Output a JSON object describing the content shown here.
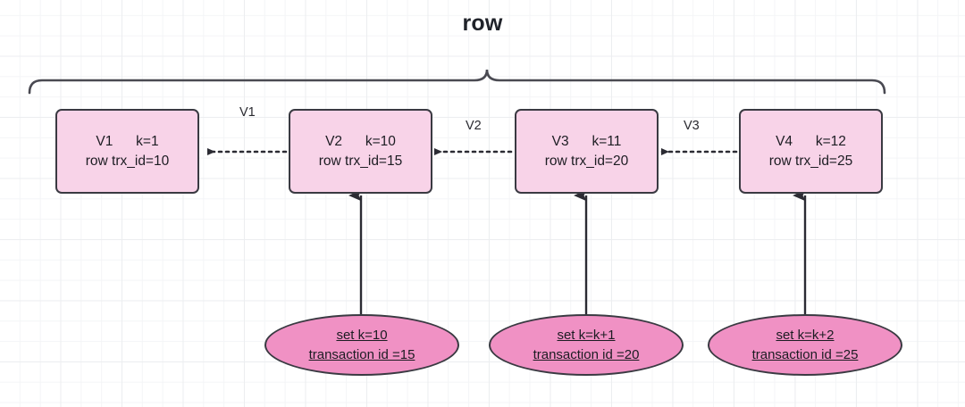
{
  "diagram": {
    "title": "row",
    "bracket_label_name": "row-brace",
    "colors": {
      "version_box_fill": "#f8d3e8",
      "statement_ellipse_fill": "#f091c4",
      "stroke": "#3a3a42",
      "text": "#1c1c22",
      "grid_minor": "#f4f5f7",
      "grid_major": "#eceef0",
      "background": "#ffffff"
    },
    "version_boxes": [
      {
        "id": "v1",
        "line1": "V1      k=1",
        "line2": "row trx_id=10",
        "version": "V1",
        "k": "k=1",
        "trx_id": "row trx_id=10"
      },
      {
        "id": "v2",
        "line1": "V2      k=10",
        "line2": "row trx_id=15",
        "version": "V2",
        "k": "k=10",
        "trx_id": "row trx_id=15"
      },
      {
        "id": "v3",
        "line1": "V3      k=11",
        "line2": "row trx_id=20",
        "version": "V3",
        "k": "k=11",
        "trx_id": "row trx_id=20"
      },
      {
        "id": "v4",
        "line1": "V4      k=12",
        "line2": "row trx_id=25",
        "version": "V4",
        "k": "k=12",
        "trx_id": "row trx_id=25"
      }
    ],
    "undo_labels": [
      {
        "id": "u1",
        "label": "V1"
      },
      {
        "id": "u2",
        "label": "V2"
      },
      {
        "id": "u3",
        "label": "V3"
      }
    ],
    "statements": [
      {
        "id": "s1",
        "line1": "set k=10",
        "line2": "transaction id =15",
        "target": "v2"
      },
      {
        "id": "s2",
        "line1": "set k=k+1",
        "line2": "transaction id =20",
        "target": "v3"
      },
      {
        "id": "s3",
        "line1": "set k=k+2",
        "line2": "transaction id =25",
        "target": "v4"
      }
    ]
  }
}
